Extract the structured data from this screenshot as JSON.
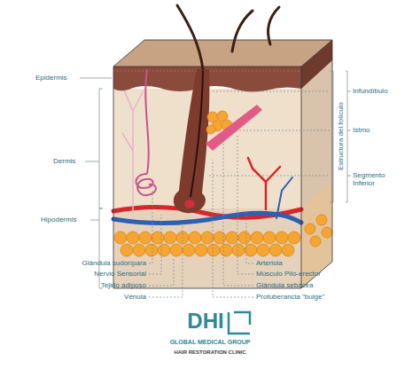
{
  "diagram": {
    "labels": [
      "Epidermis",
      "Dermis",
      "Hipodermis",
      "Infundíbulo",
      "Istmo",
      "Segmento Inferior",
      "Estructura del folículo",
      "Glándula sudorípara",
      "Nervio Sensorial",
      "Tejido adiposo",
      "Vénula",
      "Arteriola",
      "Músculo Pilo-erector",
      "Glándula sebácea",
      "Protuberancia \"bulge\"",
      "DHI",
      "GLOBAL MEDICAL GROUP",
      "HAIR RESTORATION CLINIC"
    ]
  }
}
